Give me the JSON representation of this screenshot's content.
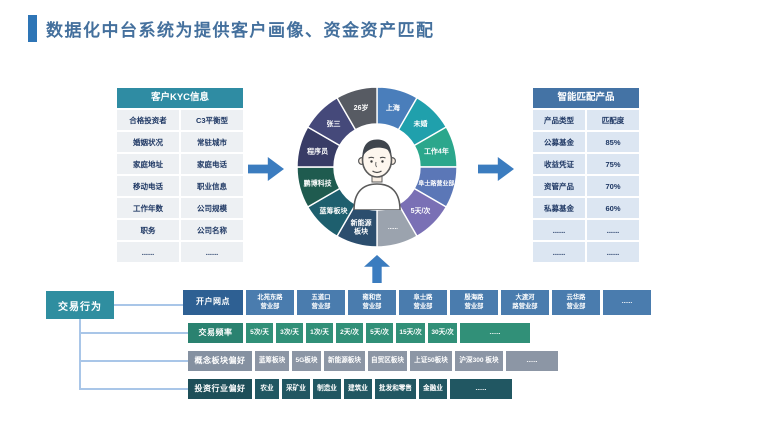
{
  "title": {
    "text": "数据化中台系统为提供客户画像、资金资产匹配"
  },
  "colors": {
    "accent_blue": "#2E75B6",
    "arrow_blue": "#3B7CBF",
    "kyc_header_teal": "#2F8CA3",
    "match_header_blue": "#4473A5",
    "behavior_box_teal": "#2F8EA0"
  },
  "kyc": {
    "header": "客户KYC信息",
    "rows": [
      [
        "合格投资者",
        "C3平衡型"
      ],
      [
        "婚姻状况",
        "常驻城市"
      ],
      [
        "家庭地址",
        "家庭电话"
      ],
      [
        "移动电话",
        "职业信息"
      ],
      [
        "工作年数",
        "公司规模"
      ],
      [
        "职务",
        "公司名称"
      ],
      [
        "......",
        "......"
      ]
    ]
  },
  "profile_wheel": {
    "segments": [
      {
        "label": "上海",
        "color": "#4A7EBB"
      },
      {
        "label": "未婚",
        "color": "#20A0AC"
      },
      {
        "label": "工作4年",
        "color": "#2BA78C"
      },
      {
        "label": "阜士路营业部",
        "color": "#5B77B7"
      },
      {
        "label": "5天/次",
        "color": "#7A70B5"
      },
      {
        "label": "......",
        "color": "#9BA3AE"
      },
      {
        "label": "新能源\n板块",
        "color": "#2C4E6E"
      },
      {
        "label": "蓝筹板块",
        "color": "#1E5F6E"
      },
      {
        "label": "鹏博科技",
        "color": "#1F5B4F"
      },
      {
        "label": "程序员",
        "color": "#383C66"
      },
      {
        "label": "张三",
        "color": "#45497A"
      },
      {
        "label": "26岁",
        "color": "#575B63"
      }
    ]
  },
  "match": {
    "header": "智能匹配产品",
    "columns": [
      "产品类型",
      "匹配度"
    ],
    "rows": [
      [
        "公募基金",
        "85%"
      ],
      [
        "收益凭证",
        "75%"
      ],
      [
        "资管产品",
        "70%"
      ],
      [
        "私募基金",
        "60%"
      ],
      [
        "......",
        "......"
      ],
      [
        "......",
        "......"
      ]
    ]
  },
  "behavior": {
    "label": "交易行为",
    "rows": [
      {
        "header": "开户网点",
        "cells": [
          "北苑东路\n营业部",
          "五道口\n营业部",
          "雍和宫\n营业部",
          "阜士路\n营业部",
          "殷海路\n营业部",
          "大渡河\n路营业部",
          "云华路\n营业部",
          "......"
        ]
      },
      {
        "header": "交易频率",
        "cells": [
          "5次/天",
          "3次/天",
          "1次/天",
          "2天/次",
          "5天/次",
          "15天/次",
          "30天/次",
          "......"
        ]
      },
      {
        "header": "概念板块偏好",
        "cells": [
          "蓝筹板块",
          "5G板块",
          "新能源板块",
          "自贸区板块",
          "上证50板块",
          "沪深300 板块",
          "......"
        ]
      },
      {
        "header": "投资行业偏好",
        "cells": [
          "农业",
          "采矿业",
          "制造业",
          "建筑业",
          "批发和零售",
          "金融业",
          "......"
        ]
      }
    ]
  }
}
